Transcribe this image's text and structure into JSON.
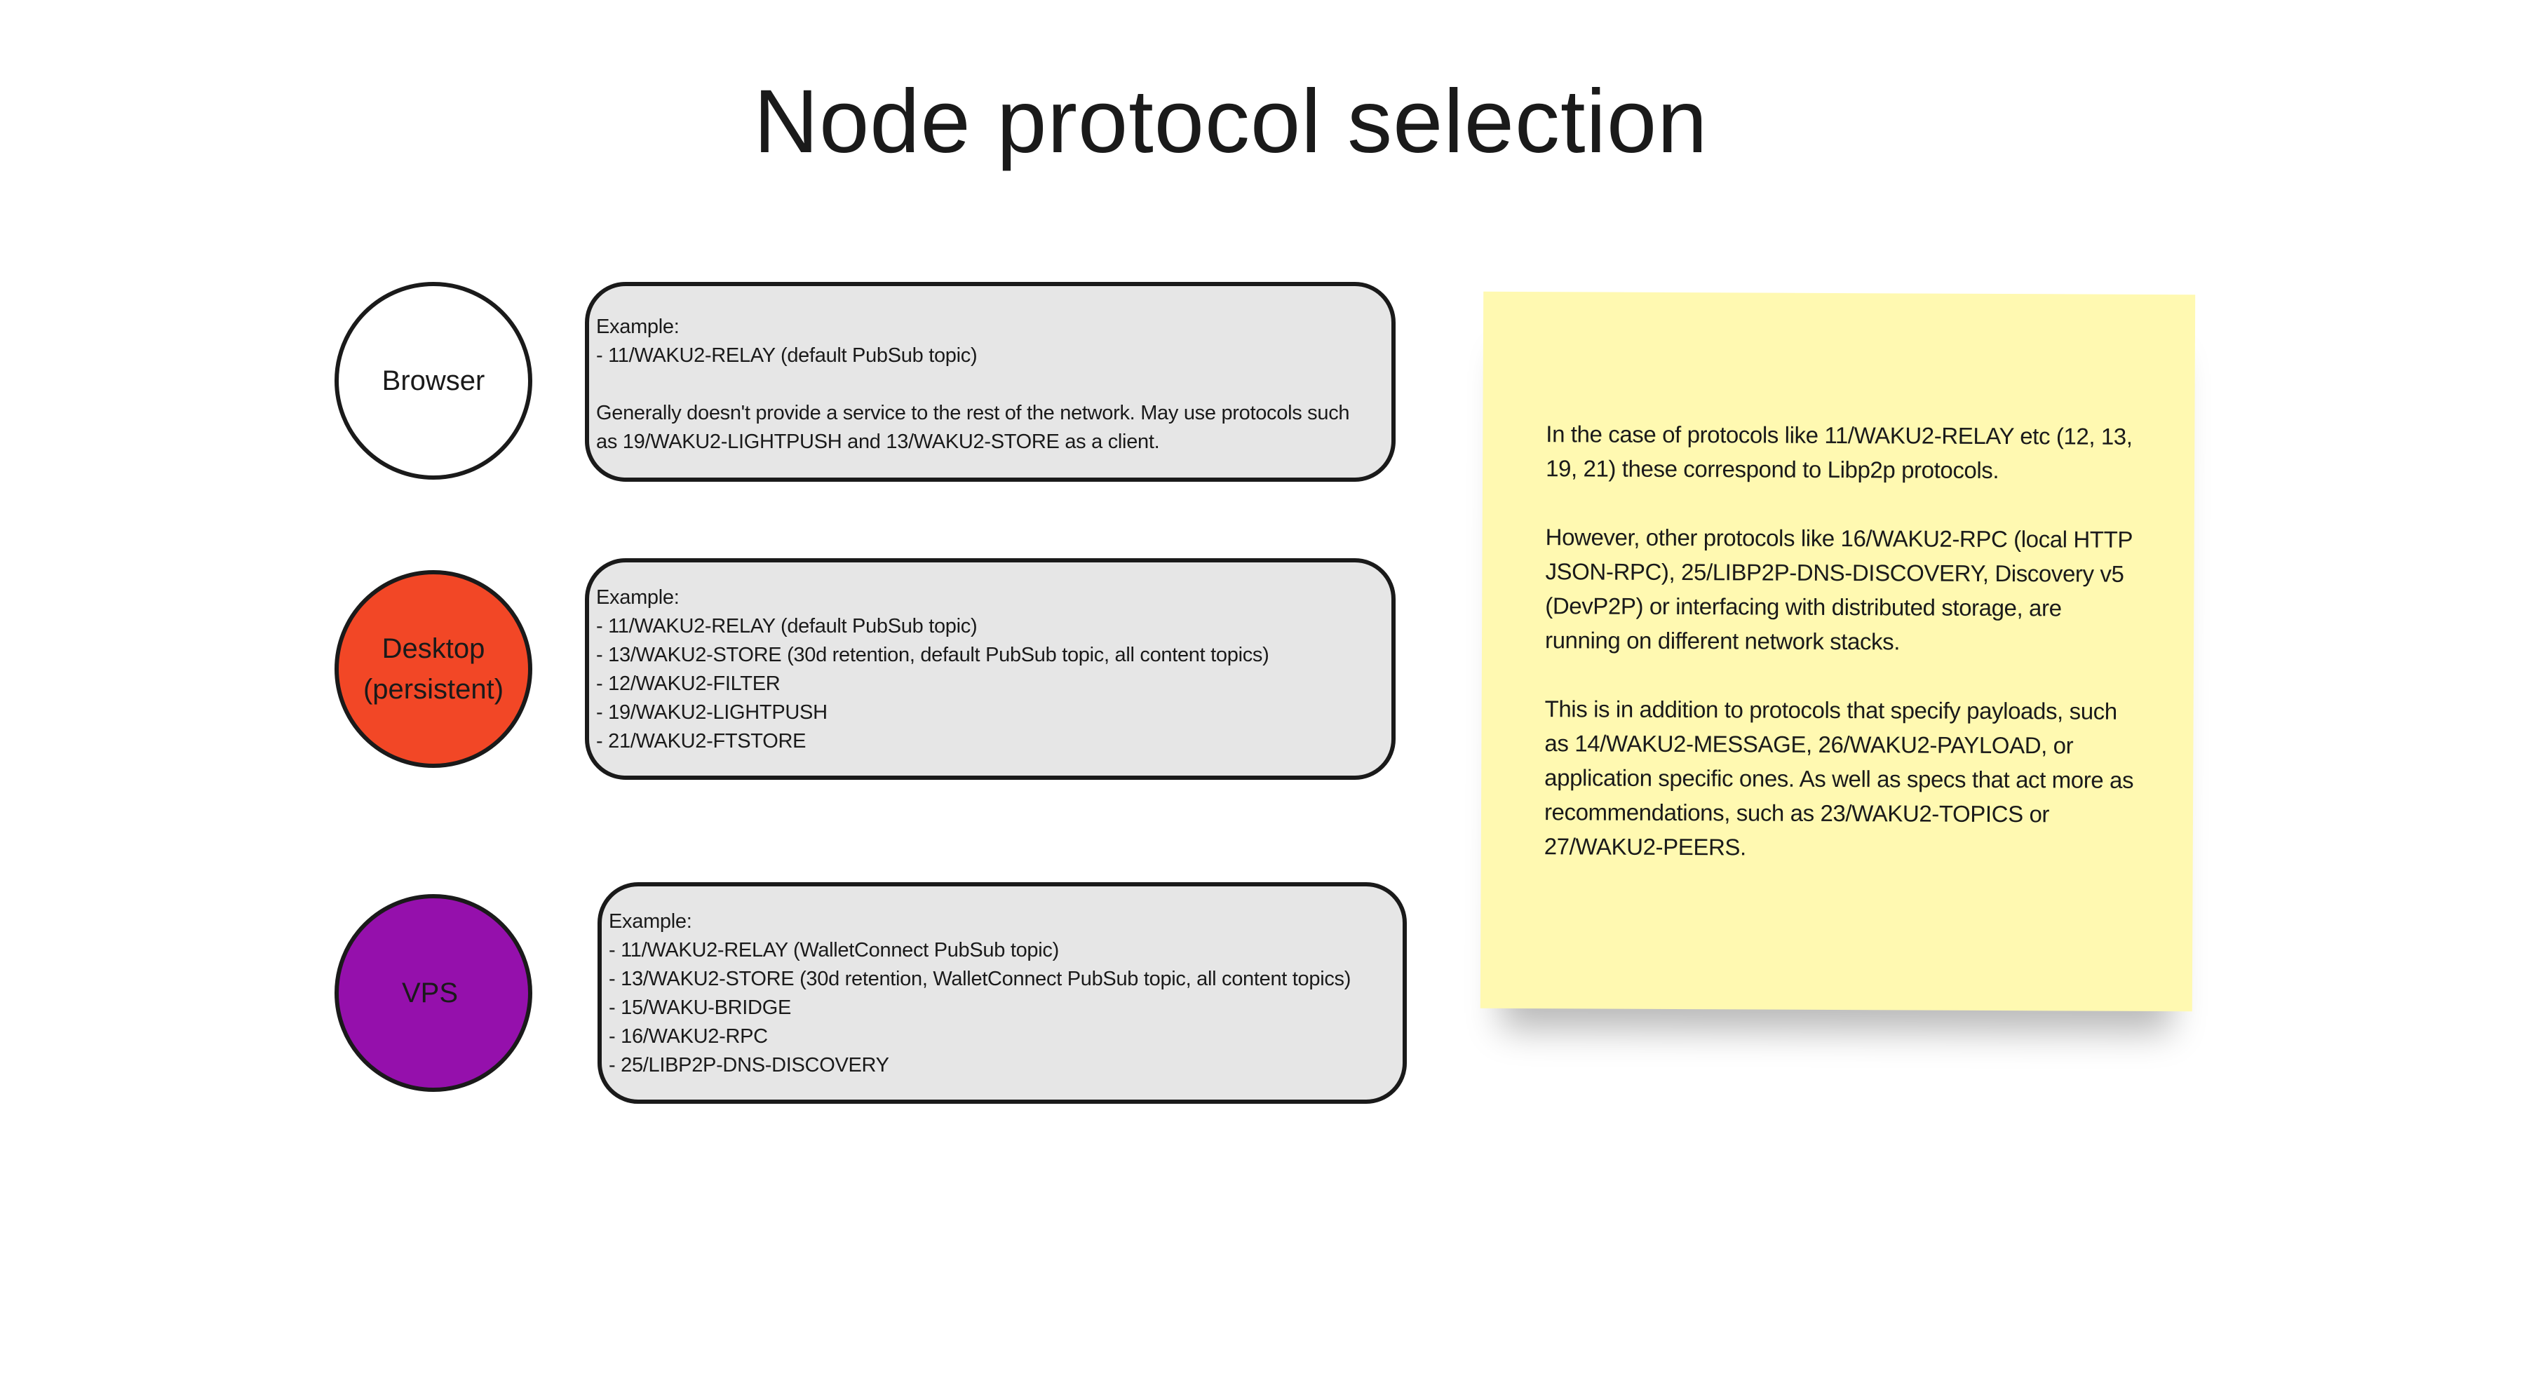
{
  "title": "Node protocol selection",
  "colors": {
    "browser": "#ffffff",
    "desktop": "#f24726",
    "vps": "#9510ac",
    "box": "#e6e6e6",
    "sticky": "#fff9b1"
  },
  "nodes": [
    {
      "label": "Browser",
      "lines": [
        "Example:",
        "- 11/WAKU2-RELAY (default PubSub topic)",
        "",
        "Generally doesn't provide a service to the rest of the network. May use protocols such as 19/WAKU2-LIGHTPUSH and 13/WAKU2-STORE as a client."
      ]
    },
    {
      "label_line1": "Desktop",
      "label_line2": "(persistent)",
      "lines": [
        "Example:",
        "- 11/WAKU2-RELAY (default PubSub topic)",
        "- 13/WAKU2-STORE (30d retention, default PubSub topic, all content topics)",
        "- 12/WAKU2-FILTER",
        "- 19/WAKU2-LIGHTPUSH",
        "- 21/WAKU2-FTSTORE"
      ]
    },
    {
      "label": "VPS",
      "lines": [
        "Example:",
        "- 11/WAKU2-RELAY (WalletConnect PubSub topic)",
        "- 13/WAKU2-STORE (30d retention, WalletConnect PubSub topic, all content topics)",
        "- 15/WAKU-BRIDGE",
        "- 16/WAKU2-RPC",
        "- 25/LIBP2P-DNS-DISCOVERY"
      ]
    }
  ],
  "sticky": {
    "paragraphs": [
      "In the case of protocols like 11/WAKU2-RELAY etc (12, 13, 19, 21) these correspond to Libp2p protocols.",
      "However, other protocols like 16/WAKU2-RPC (local HTTP JSON-RPC), 25/LIBP2P-DNS-DISCOVERY, Discovery v5 (DevP2P) or interfacing with distributed storage, are running on different network stacks.",
      "This is in addition to protocols that specify payloads, such as 14/WAKU2-MESSAGE, 26/WAKU2-PAYLOAD, or application specific ones. As well as specs that act more as recommendations, such as 23/WAKU2-TOPICS or 27/WAKU2-PEERS."
    ]
  }
}
